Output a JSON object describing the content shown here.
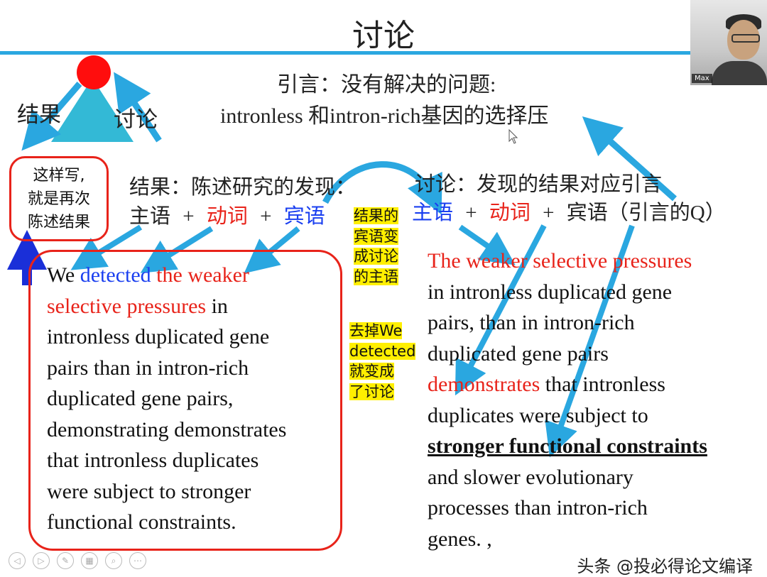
{
  "slide": {
    "title": "讨论",
    "triangle": {
      "left_label": "结果",
      "right_label": "讨论"
    },
    "intro_line1": "引言：没有解决的问题:",
    "intro_line2": "intronless 和intron-rich基因的选择压",
    "note_box": [
      "这样写,",
      "就是再次",
      "陈述结果"
    ],
    "results_heading": "结果：陈述研究的发现：",
    "results_formula": {
      "subject": "主语",
      "plus1": "+",
      "verb": "动词",
      "plus2": "+",
      "object": "宾语"
    },
    "discussion_heading": "讨论：发现的结果对应引言",
    "discussion_formula": {
      "subject": "主语",
      "plus1": "+",
      "verb": "动词",
      "plus2": "+",
      "object": "宾语（引言的Q）"
    },
    "highlight1": [
      "结果的",
      "宾语变",
      "成讨论",
      "的主语"
    ],
    "highlight2": [
      "去掉We",
      "detected",
      "就变成",
      "了讨论"
    ],
    "left_paragraph": {
      "l1_a": "We ",
      "l1_b": "detected",
      "l1_c": " the weaker",
      "l2_a": "selective pressures",
      "l2_b": " in",
      "l3": "intronless duplicated gene",
      "l4": "pairs than in intron-rich",
      "l5": "duplicated gene pairs,",
      "l6": "demonstrating demonstrates",
      "l7": "that intronless duplicates",
      "l8": "were subject to stronger",
      "l9": "functional constraints."
    },
    "right_paragraph": {
      "l1": "The weaker selective pressures",
      "l2": "in intronless duplicated gene",
      "l3": "pairs, than in intron-rich",
      "l4": "duplicated gene pairs",
      "l5_a": "demonstrates",
      "l5_b": " that intronless",
      "l6": "duplicates were subject to",
      "l7": "stronger functional constraints",
      "l8": "and slower evolutionary",
      "l9": "processes than intron-rich",
      "l10": "genes. ,"
    },
    "watermark": "头条 @投必得论文编译"
  },
  "webcam": {
    "name_tag": "Max"
  },
  "colors": {
    "accent_line": "#2aa7e0",
    "arrow": "#2aa7e0",
    "red": "#e8231a",
    "blue": "#1a3ff0",
    "highlight": "#ffef00",
    "triangle": "#33b9d6"
  }
}
